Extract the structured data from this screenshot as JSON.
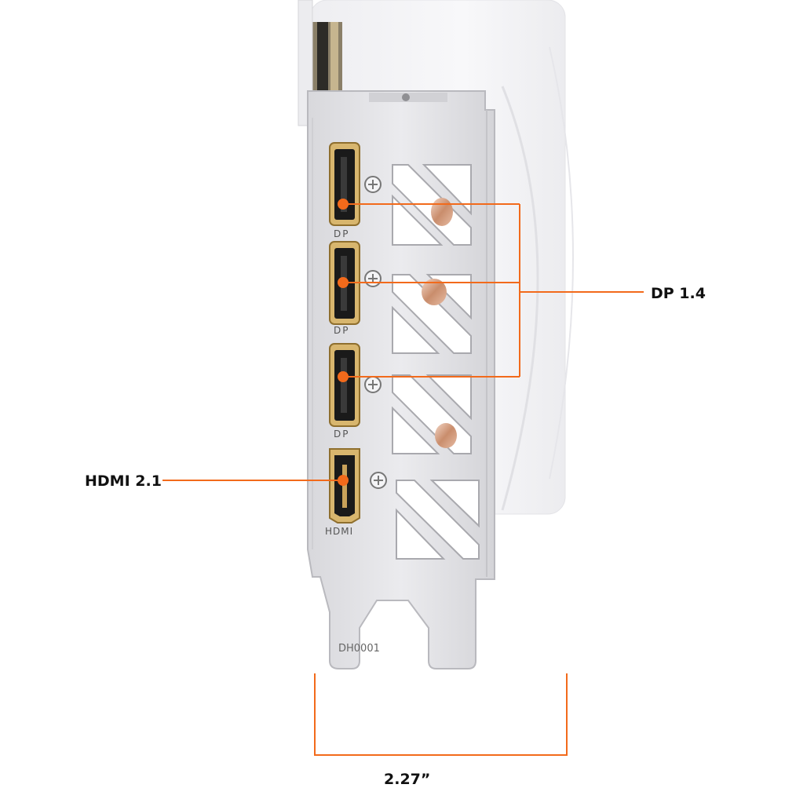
{
  "ports": {
    "dp_marking": "DP",
    "hdmi_marking": "HDMI"
  },
  "bracket": {
    "part_number": "DH0001"
  },
  "callouts": {
    "dp_label": "DP 1.4",
    "hdmi_label": "HDMI 2.1",
    "width_label": "2.27”"
  },
  "colors": {
    "callout_accent": "#f26a1b",
    "bracket_metal": "#e2e2e4",
    "port_gold": "#c9a25a",
    "shroud_white": "#f3f3f5"
  }
}
